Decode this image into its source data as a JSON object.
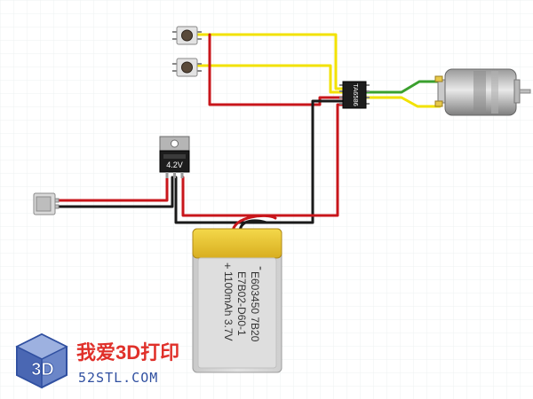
{
  "colors": {
    "background": "#ffffff",
    "grid": "#eef2f2",
    "wire_yellow": "#f2e200",
    "wire_red": "#c8161b",
    "wire_black": "#1a1a1a",
    "wire_green": "#3aa02e",
    "battery_yellow": "#e8c633",
    "battery_body": "#d7d7d7",
    "logo_blue": "#2f4fa0",
    "logo_red": "#e0302a"
  },
  "regulator": {
    "label": "4.2V",
    "icon": "regulator-icon"
  },
  "driver_ic": {
    "label": "TA6586",
    "icon": "ic-chip-icon"
  },
  "buttons": [
    {
      "icon": "push-button-icon"
    },
    {
      "icon": "push-button-icon"
    }
  ],
  "motor": {
    "icon": "dc-motor-icon"
  },
  "connector": {
    "icon": "usb-connector-icon"
  },
  "battery": {
    "minus": "-",
    "plus": "+",
    "line1": "E603450 7B20",
    "line2": "E7B02-D60-1",
    "line3": "1100mAh 3.7V"
  },
  "watermark": {
    "logo_text": "3D",
    "brand": "我爱3D打印",
    "url": "52STL.COM"
  }
}
